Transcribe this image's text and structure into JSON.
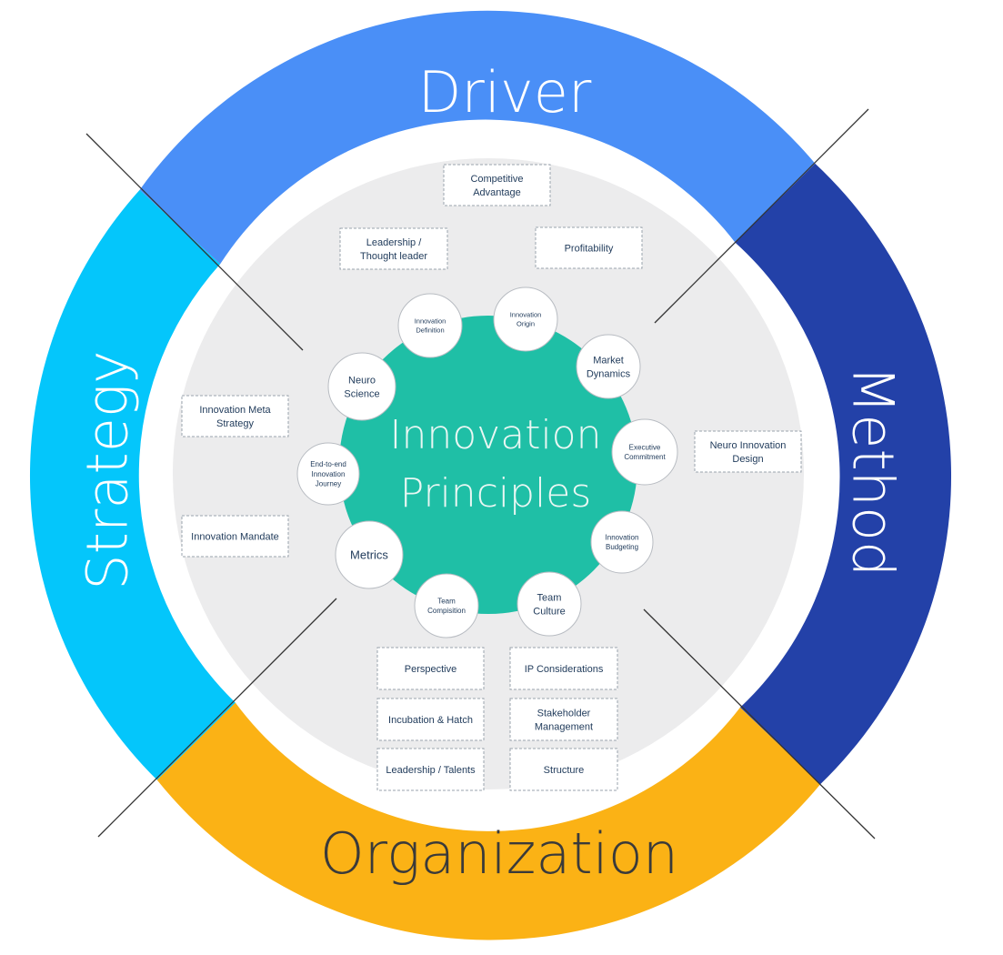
{
  "colors": {
    "driver": "#4a8ff7",
    "method": "#2341a8",
    "organization": "#fbb215",
    "strategy": "#04c6fb",
    "inner": "#ececed",
    "center": "#1fbfa6"
  },
  "segments": {
    "driver": "Driver",
    "method": "Method",
    "organization": "Organization",
    "strategy": "Strategy"
  },
  "center": {
    "line1": "Innovation",
    "line2": "Principles"
  },
  "principles": {
    "innovation_definition": [
      "Innovation",
      "Definition"
    ],
    "innovation_origin": [
      "Innovation",
      "Origin"
    ],
    "market_dynamics": [
      "Market",
      "Dynamics"
    ],
    "executive_commitment": [
      "Executive",
      "Commitment"
    ],
    "innovation_budgeting": [
      "Innovation",
      "Budgeting"
    ],
    "team_culture": [
      "Team",
      "Culture"
    ],
    "team_compisition": [
      "Team",
      "Compisition"
    ],
    "metrics": [
      "Metrics"
    ],
    "end_to_end_journey": [
      "End-to-end",
      "Innovation",
      "Journey"
    ],
    "neuro_science": [
      "Neuro",
      "Science"
    ]
  },
  "boxes": {
    "competitive_advantage": [
      "Competitive",
      "Advantage"
    ],
    "leadership_thought_leader": [
      "Leadership /",
      "Thought leader"
    ],
    "profitability": [
      "Profitability"
    ],
    "innovation_meta_strategy": [
      "Innovation Meta",
      "Strategy"
    ],
    "innovation_mandate": [
      "Innovation Mandate"
    ],
    "neuro_innovation_design": [
      "Neuro Innovation",
      "Design"
    ],
    "perspective": [
      "Perspective"
    ],
    "ip_considerations": [
      "IP Considerations"
    ],
    "incubation_hatch": [
      "Incubation & Hatch"
    ],
    "stakeholder_management": [
      "Stakeholder",
      "Management"
    ],
    "leadership_talents": [
      "Leadership / Talents"
    ],
    "structure": [
      "Structure"
    ]
  }
}
